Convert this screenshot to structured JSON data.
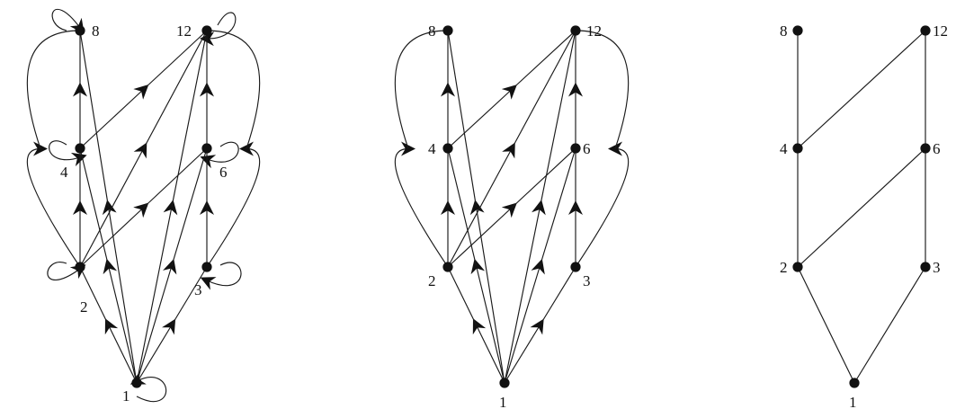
{
  "diagrams": [
    {
      "id": "full-relation-digraph",
      "nodes": [
        "1",
        "2",
        "3",
        "4",
        "6",
        "8",
        "12"
      ],
      "edges": [
        [
          "1",
          "1"
        ],
        [
          "2",
          "2"
        ],
        [
          "3",
          "3"
        ],
        [
          "4",
          "4"
        ],
        [
          "6",
          "6"
        ],
        [
          "8",
          "8"
        ],
        [
          "12",
          "12"
        ],
        [
          "1",
          "2"
        ],
        [
          "1",
          "3"
        ],
        [
          "1",
          "4"
        ],
        [
          "1",
          "6"
        ],
        [
          "1",
          "8"
        ],
        [
          "1",
          "12"
        ],
        [
          "2",
          "4"
        ],
        [
          "2",
          "6"
        ],
        [
          "2",
          "8"
        ],
        [
          "2",
          "12"
        ],
        [
          "3",
          "6"
        ],
        [
          "3",
          "12"
        ],
        [
          "4",
          "8"
        ],
        [
          "4",
          "12"
        ],
        [
          "6",
          "12"
        ]
      ]
    },
    {
      "id": "digraph-without-loops",
      "nodes": [
        "1",
        "2",
        "3",
        "4",
        "6",
        "8",
        "12"
      ],
      "edges": [
        [
          "1",
          "2"
        ],
        [
          "1",
          "3"
        ],
        [
          "1",
          "4"
        ],
        [
          "1",
          "6"
        ],
        [
          "1",
          "8"
        ],
        [
          "1",
          "12"
        ],
        [
          "2",
          "4"
        ],
        [
          "2",
          "6"
        ],
        [
          "2",
          "8"
        ],
        [
          "2",
          "12"
        ],
        [
          "3",
          "6"
        ],
        [
          "3",
          "12"
        ],
        [
          "4",
          "8"
        ],
        [
          "4",
          "12"
        ],
        [
          "6",
          "12"
        ]
      ]
    },
    {
      "id": "hasse-diagram",
      "nodes": [
        "1",
        "2",
        "3",
        "4",
        "6",
        "8",
        "12"
      ],
      "edges": [
        [
          "1",
          "2"
        ],
        [
          "1",
          "3"
        ],
        [
          "2",
          "4"
        ],
        [
          "2",
          "6"
        ],
        [
          "3",
          "6"
        ],
        [
          "4",
          "8"
        ],
        [
          "4",
          "12"
        ],
        [
          "6",
          "12"
        ]
      ]
    }
  ],
  "colors": {
    "ink": "#111111",
    "background": "#ffffff"
  }
}
